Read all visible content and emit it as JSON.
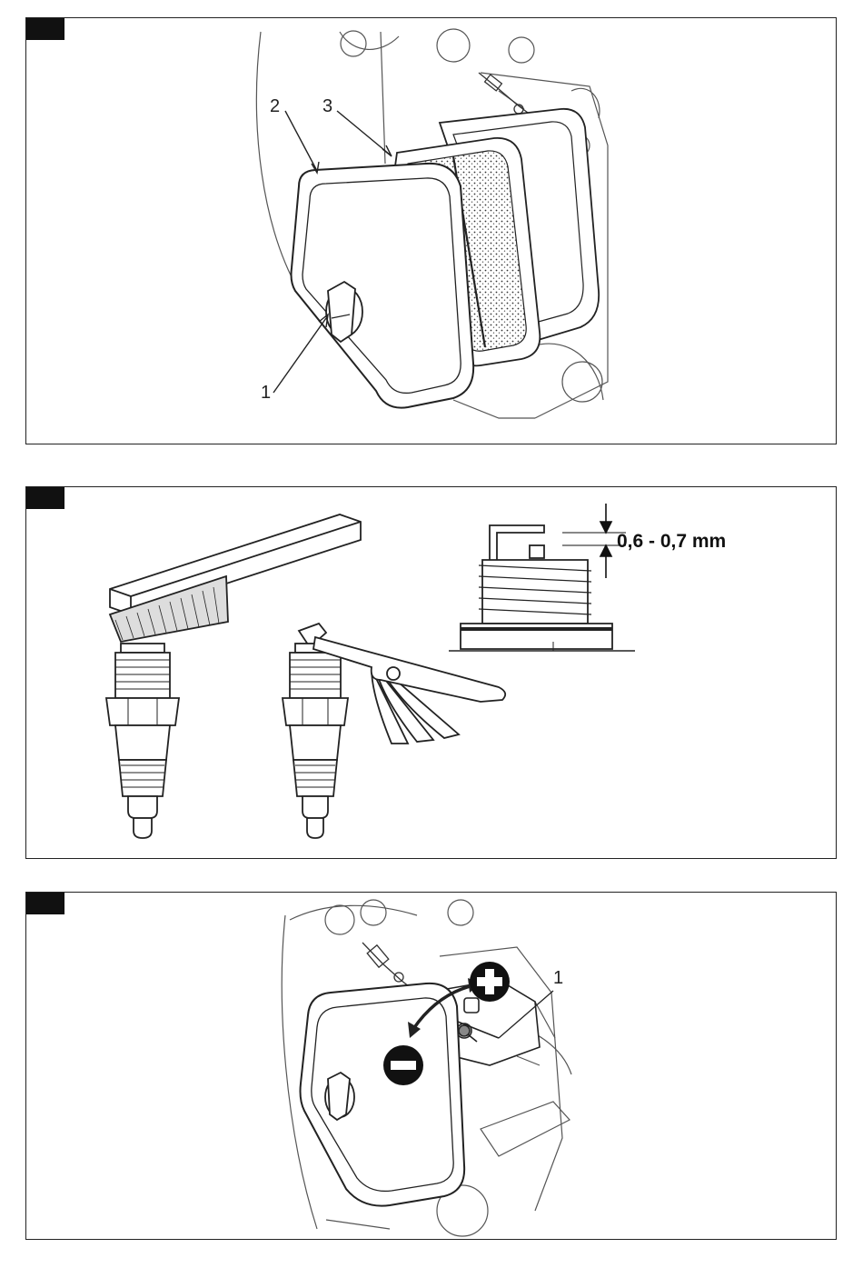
{
  "figure1": {
    "callout_1": "1",
    "callout_2": "2",
    "callout_3": "3"
  },
  "figure2": {
    "gap_label": "0,6 - 0,7 mm"
  },
  "figure3": {
    "callout_1": "1",
    "plus_symbol": "+",
    "minus_symbol": "−"
  }
}
